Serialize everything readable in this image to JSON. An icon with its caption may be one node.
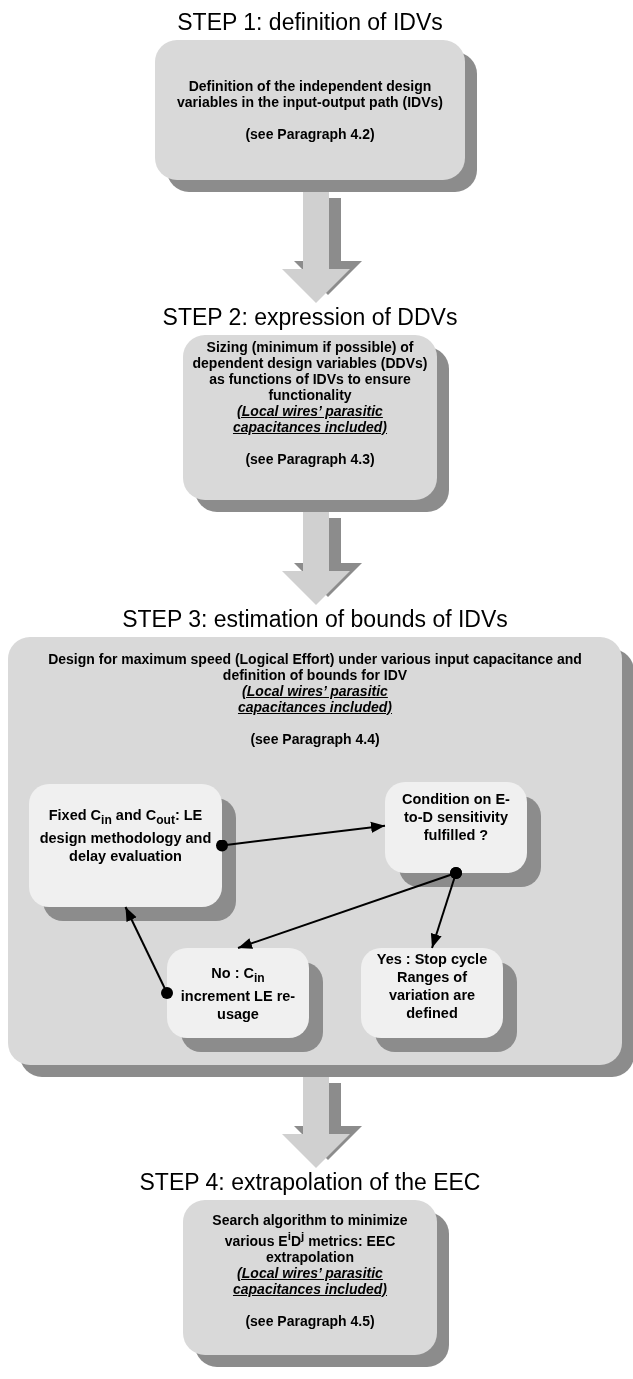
{
  "diagram": {
    "nodes": [
      {
        "text": [
          "STEP 1: definition of IDVs",
          "Definition of the independent design variables in the input-output path (IDVs)",
          "(see Paragraph 4.2)"
        ]
      },
      {
        "text": [
          "STEP 2: expression of DDVs",
          "Sizing (minimum if possible) of dependent design variables (DDVs) as functions of IDVs to ensure functionality",
          "(Local wires’ parasitic capacitances included)",
          "(see Paragraph 4.3)"
        ]
      },
      {
        "text": [
          "STEP 3: estimation of bounds of IDVs",
          "Design for maximum speed (Logical Effort) under various input capacitance and definition of bounds for IDV",
          "(Local wires’ parasitic capacitances included)",
          "(see Paragraph 4.4)"
        ]
      },
      {
        "text": [
          "Fixed C$_{in}$ and C$_{out}$: LE design methodology and delay evaluation"
        ],
        "in": 2
      },
      {
        "text": [
          "Condition on E-to-D sensitivity fulfilled ?"
        ],
        "in": 2
      },
      {
        "text": [
          "No : C$_{in}$ increment LE re-usage"
        ],
        "in": 2
      },
      {
        "text": [
          "Yes : Stop cycle Ranges of variation are defined"
        ],
        "in": 2
      },
      {
        "text": [
          "STEP 4: extrapolation of the EEC",
          "Search algorithm to minimize various E$^{i}$D$^{j}$ metrics: EEC extrapolation",
          "(Local wires’ parasitic capacitances included)",
          "(see Paragraph 4.5)"
        ]
      }
    ],
    "edges": [
      {
        "from": 0,
        "to": 1,
        "arrow": "to",
        "style": "thick"
      },
      {
        "from": 1,
        "to": 2,
        "arrow": "to",
        "style": "thick"
      },
      {
        "from": 3,
        "to": 4,
        "arrow": "to"
      },
      {
        "from": 4,
        "to": 5,
        "arrow": "to"
      },
      {
        "from": 4,
        "to": 6,
        "arrow": "to"
      },
      {
        "from": 5,
        "to": 3,
        "arrow": "to"
      },
      {
        "from": 2,
        "to": 7,
        "arrow": "to",
        "style": "thick"
      }
    ]
  }
}
